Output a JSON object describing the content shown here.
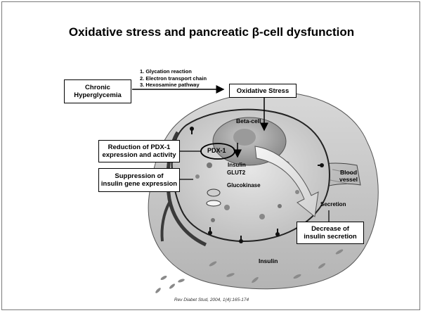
{
  "title": "Oxidative stress and pancreatic β-cell dysfunction",
  "mechanisms": {
    "item1": "1. Glycation reaction",
    "item2": "2. Electron transport chain",
    "item3": "3. Hexosamine pathway"
  },
  "boxes": {
    "chronic_hyperglycemia_line1": "Chronic",
    "chronic_hyperglycemia_line2": "Hyperglycemia",
    "oxidative_stress": "Oxidative Stress",
    "pdx1_reduction_line1": "Reduction of PDX-1",
    "pdx1_reduction_line2": "expression and activity",
    "suppression_line1": "Suppression of",
    "suppression_line2": "insulin gene expression",
    "decrease_line1": "Decrease of",
    "decrease_line2": "insulin secretion"
  },
  "labels": {
    "beta_cell": "Beta-cell",
    "pdx1": "PDX-1",
    "insulin_inner": "Insulin",
    "glut2": "GLUT2",
    "glucokinase": "Glucokinase",
    "blood_vessel_line1": "Blood",
    "blood_vessel_line2": "vessel",
    "secretion": "Secretion",
    "insulin_outer": "Insulin"
  },
  "citation": "Rev Diabet Stud, 2004, 1(4):165-174"
}
